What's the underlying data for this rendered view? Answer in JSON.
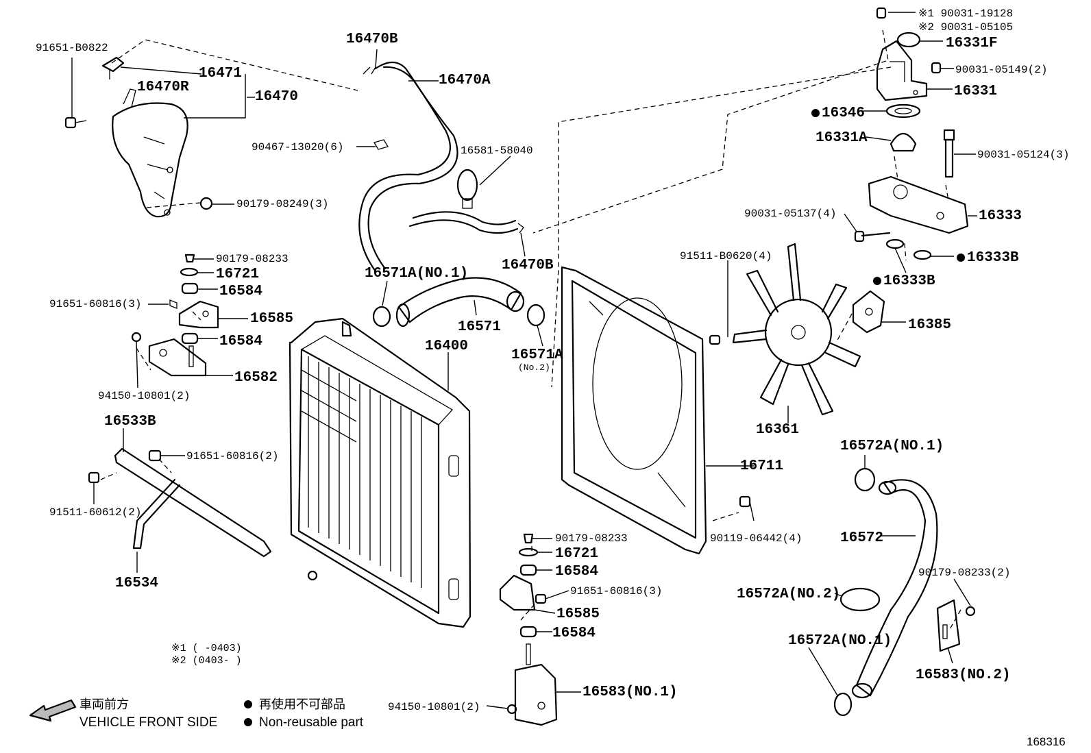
{
  "labels": {
    "p91651_B0822": "91651-B0822",
    "p16470B_top": "16470B",
    "p16471": "16471",
    "p16470R": "16470R",
    "p16470": "16470",
    "p16470A": "16470A",
    "p90467": "90467-13020(6)",
    "p16581": "16581-58040",
    "p90179_08249": "90179-08249(3)",
    "p16470B_mid": "16470B",
    "p90179_08233_a": "90179-08233",
    "p16721_a": "16721",
    "p16584_a": "16584",
    "p91651_60816_a": "91651-60816(3)",
    "p16585_a": "16585",
    "p16584_b": "16584",
    "p16582": "16582",
    "p94150_a": "94150-10801(2)",
    "p16571A_no1": "16571A(NO.1)",
    "p16571": "16571",
    "p16571A_right": "16571A",
    "p16571A_no2": "(No.2)",
    "p16400": "16400",
    "p16533B": "16533B",
    "p91651_60816_b": "91651-60816(2)",
    "p91511_60612": "91511-60612(2)",
    "p16534": "16534",
    "p90179_08233_b": "90179-08233",
    "p16721_b": "16721",
    "p16584_c": "16584",
    "p91651_60816_c": "91651-60816(3)",
    "p16585_b": "16585",
    "p16584_d": "16584",
    "p16583_no1": "16583(NO.1)",
    "p94150_b": "94150-10801(2)",
    "p91511_B0620": "91511-B0620(4)",
    "p16361": "16361",
    "p16711": "16711",
    "p90119": "90119-06442(4)",
    "p90031_19128": "※1 90031-19128",
    "p90031_05105": "※2 90031-05105",
    "p16331F": "16331F",
    "p90031_05149": "90031-05149(2)",
    "p16331": "16331",
    "p16346": "16346",
    "p16331A": "16331A",
    "p90031_05124": "90031-05124(3)",
    "p90031_05137": "90031-05137(4)",
    "p16333": "16333",
    "p16333B_right": "16333B",
    "p16333B_left": "16333B",
    "p16385": "16385",
    "p16572A_no1_top": "16572A(NO.1)",
    "p16572": "16572",
    "p90179_08233_c": "90179-08233(2)",
    "p16572A_no2": "16572A(NO.2)",
    "p16572A_no1_bot": "16572A(NO.1)",
    "p16583_no2": "16583(NO.2)"
  },
  "notes": {
    "note1": "※1 (     -0403)",
    "note2": "※2 (0403-     )"
  },
  "legend": {
    "front_jp": "車両前方",
    "front_en": "VEHICLE FRONT SIDE",
    "nonreuse_jp": "再使用不可部品",
    "nonreuse_en": "Non-reusable part"
  },
  "diagram_code": "168316"
}
